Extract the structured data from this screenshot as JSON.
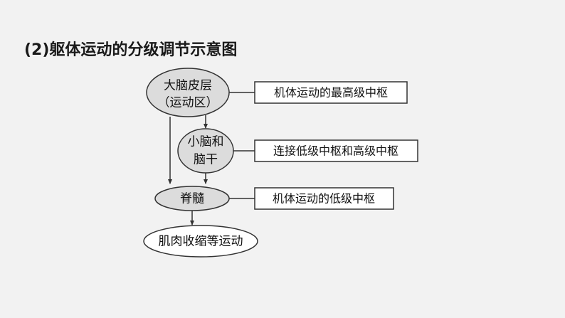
{
  "title": "(2)躯体运动的分级调节示意图",
  "nodes": {
    "cortex_line1": "大脑皮层",
    "cortex_line2": "（运动区）",
    "cerebellum_line1": "小脑和",
    "cerebellum_line2": "脑干",
    "spinal": "脊髓",
    "muscle": "肌肉收缩等运动"
  },
  "labels": {
    "highest": "机体运动的最高级中枢",
    "connect": "连接低级中枢和高级中枢",
    "lowest": "机体运动的低级中枢"
  },
  "colors": {
    "node_fill": "#dcdcdc",
    "box_fill": "#ffffff",
    "stroke": "#333333",
    "background": "#f2f2f2"
  }
}
